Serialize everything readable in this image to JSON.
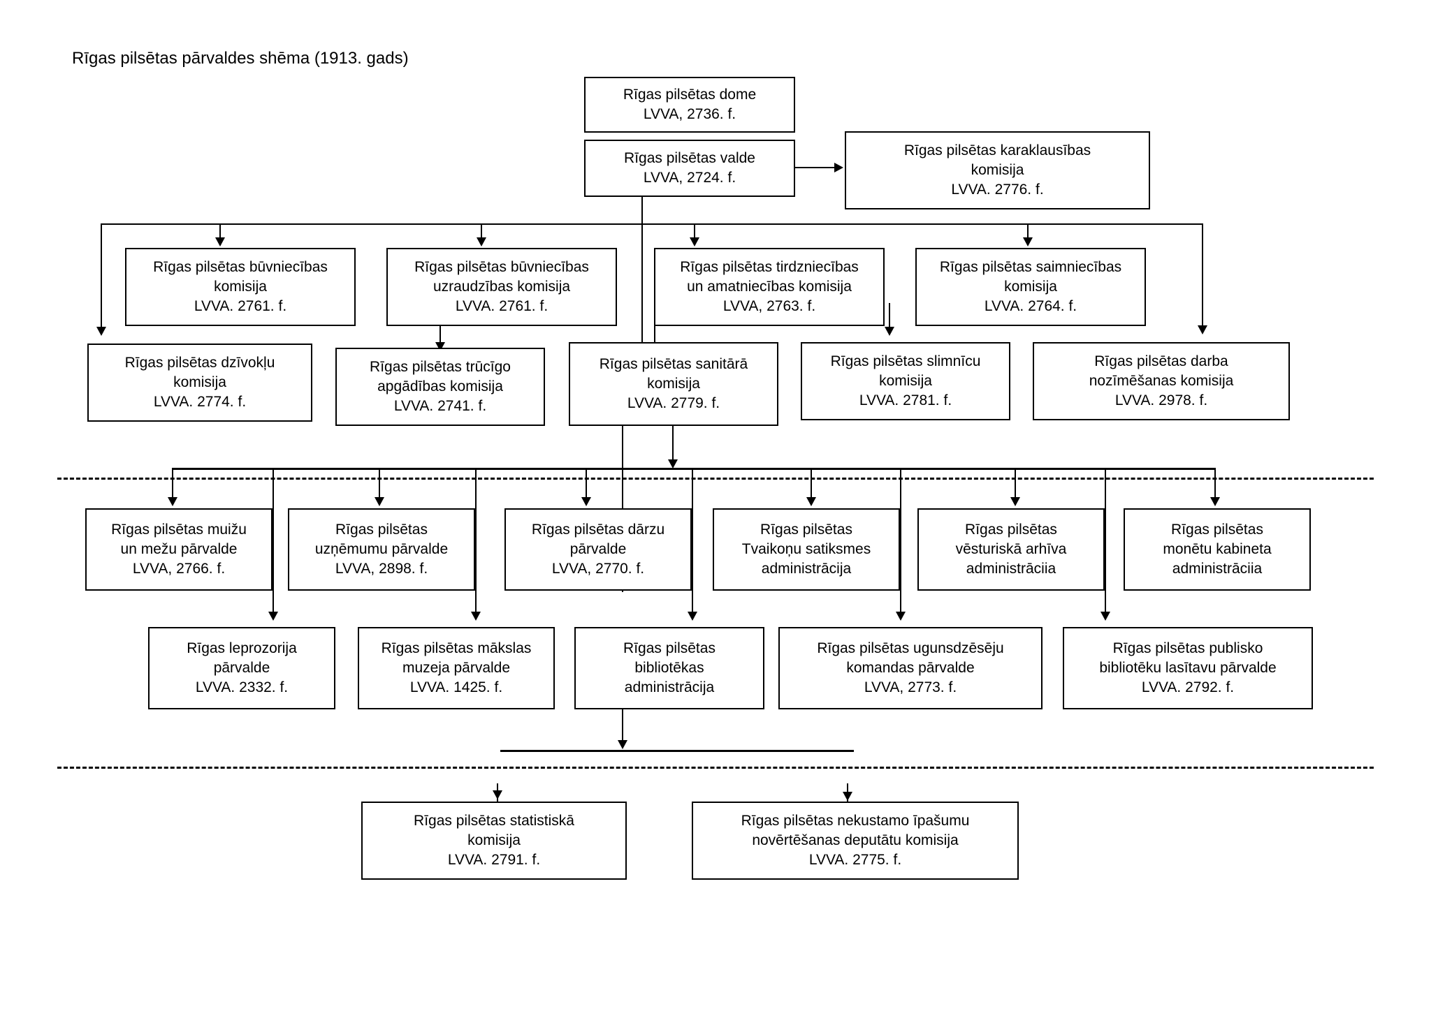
{
  "title": "Rīgas pilsētas pārvaldes shēma (1913. gads)",
  "diagram": {
    "type": "org-chart",
    "language": "lv",
    "nodes": [
      {
        "id": "dome",
        "label": "Rīgas pilsētas dome\nLVVA, 2736. f."
      },
      {
        "id": "valde",
        "label": "Rīgas pilsētas valde\nLVVA, 2724. f."
      },
      {
        "id": "karaklausibas",
        "label": "Rīgas pilsētas karaklausības\nkomisija\nLVVA. 2776. f."
      },
      {
        "id": "buvniecibas",
        "label": "Rīgas pilsētas būvniecības\nkomisija\nLVVA. 2761. f."
      },
      {
        "id": "uzraudzibas",
        "label": "Rīgas pilsētas būvniecības\nuzraudzības komisija\nLVVA. 2761. f."
      },
      {
        "id": "tirdzniecibas",
        "label": "Rīgas pilsētas tirdzniecības\nun amatniecības komisija\nLVVA, 2763. f."
      },
      {
        "id": "saimniecibas",
        "label": "Rīgas pilsētas saimniecības\nkomisija\nLVVA. 2764. f."
      },
      {
        "id": "dzivoklu",
        "label": "Rīgas pilsētas dzīvokļu\nkomisija\nLVVA. 2774. f."
      },
      {
        "id": "trucigo",
        "label": "Rīgas pilsētas trūcīgo\napgādības komisija\nLVVA. 2741. f."
      },
      {
        "id": "sanitara",
        "label": "Rīgas pilsētas sanitārā\nkomisija\nLVVA. 2779. f."
      },
      {
        "id": "slimnicu",
        "label": "Rīgas pilsētas slimnīcu\nkomisija\nLVVA. 2781. f."
      },
      {
        "id": "darba",
        "label": "Rīgas pilsētas darba\nnozīmēšanas komisija\nLVVA. 2978. f."
      },
      {
        "id": "muizu",
        "label": "Rīgas pilsētas muižu\nun mežu pārvalde\nLVVA, 2766. f."
      },
      {
        "id": "uznemumu",
        "label": "Rīgas pilsētas\nuzņēmumu pārvalde\nLVVA, 2898. f."
      },
      {
        "id": "darzu",
        "label": "Rīgas pilsētas dārzu\npārvalde\nLVVA, 2770. f."
      },
      {
        "id": "tvaikonu",
        "label": "Rīgas pilsētas\nTvaikoņu satiksmes\nadministrācija"
      },
      {
        "id": "arhiva",
        "label": "Rīgas pilsētas\nvēsturiskā arhīva\nadministrāciia"
      },
      {
        "id": "monetu",
        "label": "Rīgas pilsētas\nmonētu kabineta\nadministrāciia"
      },
      {
        "id": "leprozorija",
        "label": "Rīgas leprozorija\npārvalde\nLVVA. 2332. f."
      },
      {
        "id": "makslas",
        "label": "Rīgas pilsētas mākslas\nmuzeja pārvalde\nLVVA. 1425. f."
      },
      {
        "id": "biblioteka",
        "label": "Rīgas pilsētas\nbibliotēkas\nadministrācija"
      },
      {
        "id": "ugunsdzeseju",
        "label": "Rīgas pilsētas ugunsdzēsēju\nkomandas pārvalde\nLVVA, 2773. f."
      },
      {
        "id": "publisko",
        "label": "Rīgas pilsētas publisko\nbibliotēku lasītavu pārvalde\nLVVA. 2792. f."
      },
      {
        "id": "statistiska",
        "label": "Rīgas pilsētas statistiskā\nkomisija\nLVVA. 2791. f."
      },
      {
        "id": "nekustamo",
        "label": "Rīgas pilsētas nekustamo īpašumu\nnovērtēšanas deputātu komisija\nLVVA. 2775. f."
      }
    ],
    "colors": {
      "stroke": "#000000",
      "fill": "#ffffff",
      "text": "#000000"
    }
  }
}
